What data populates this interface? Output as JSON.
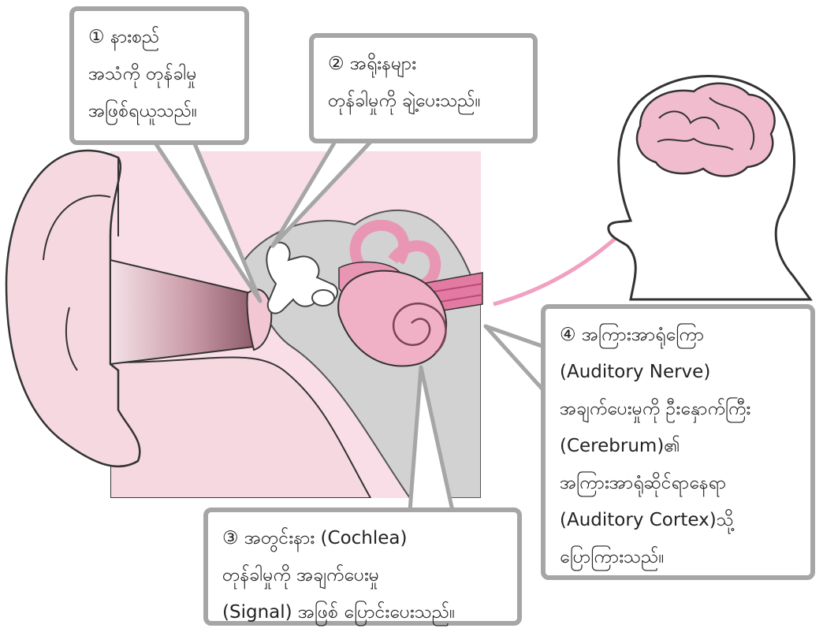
{
  "diagram": {
    "callouts": [
      {
        "id": "eardrum",
        "lines": [
          "① နားစည်",
          "အသံကို တုန်ခါမှု",
          "အဖြစ်ရယူသည်။"
        ]
      },
      {
        "id": "ossicles",
        "lines": [
          "② အရိုးနများ",
          "တုန်ခါမှုကို ချဲ့ပေးသည်။"
        ]
      },
      {
        "id": "cochlea",
        "lines": [
          "③ အတွင်းနား (Cochlea)",
          "တုန်ခါမှုကို အချက်ပေးမှု",
          "(Signal) အဖြစ် ပြောင်းပေးသည်။"
        ]
      },
      {
        "id": "auditory-nerve",
        "lines": [
          "④ အကြားအာရုံကြော",
          "(Auditory Nerve)",
          "အချက်ပေးမှုကို ဦးနှောက်ကြီး",
          "(Cerebrum)၏",
          "အကြားအာရုံဆိုင်ရာနေရာ",
          "(Auditory Cortex)သို့",
          "ပြောကြားသည်။"
        ]
      }
    ],
    "colors": {
      "background_pink": "#f9dde7",
      "ear_pink": "#f6d8e1",
      "ear_outline": "#333333",
      "canal_dark": "#a97b88",
      "bone_grey": "#d2d2d2",
      "cochlea_pink": "#e896b4",
      "nerve_pink": "#e27aa1",
      "arrow_pink": "#f0a0c0",
      "brain_pink": "#f1bccd",
      "callout_border": "#a6a6a6"
    },
    "icons": [
      "ear-illustration",
      "head-silhouette-icon",
      "brain-icon",
      "arrow-to-brain-icon"
    ]
  }
}
